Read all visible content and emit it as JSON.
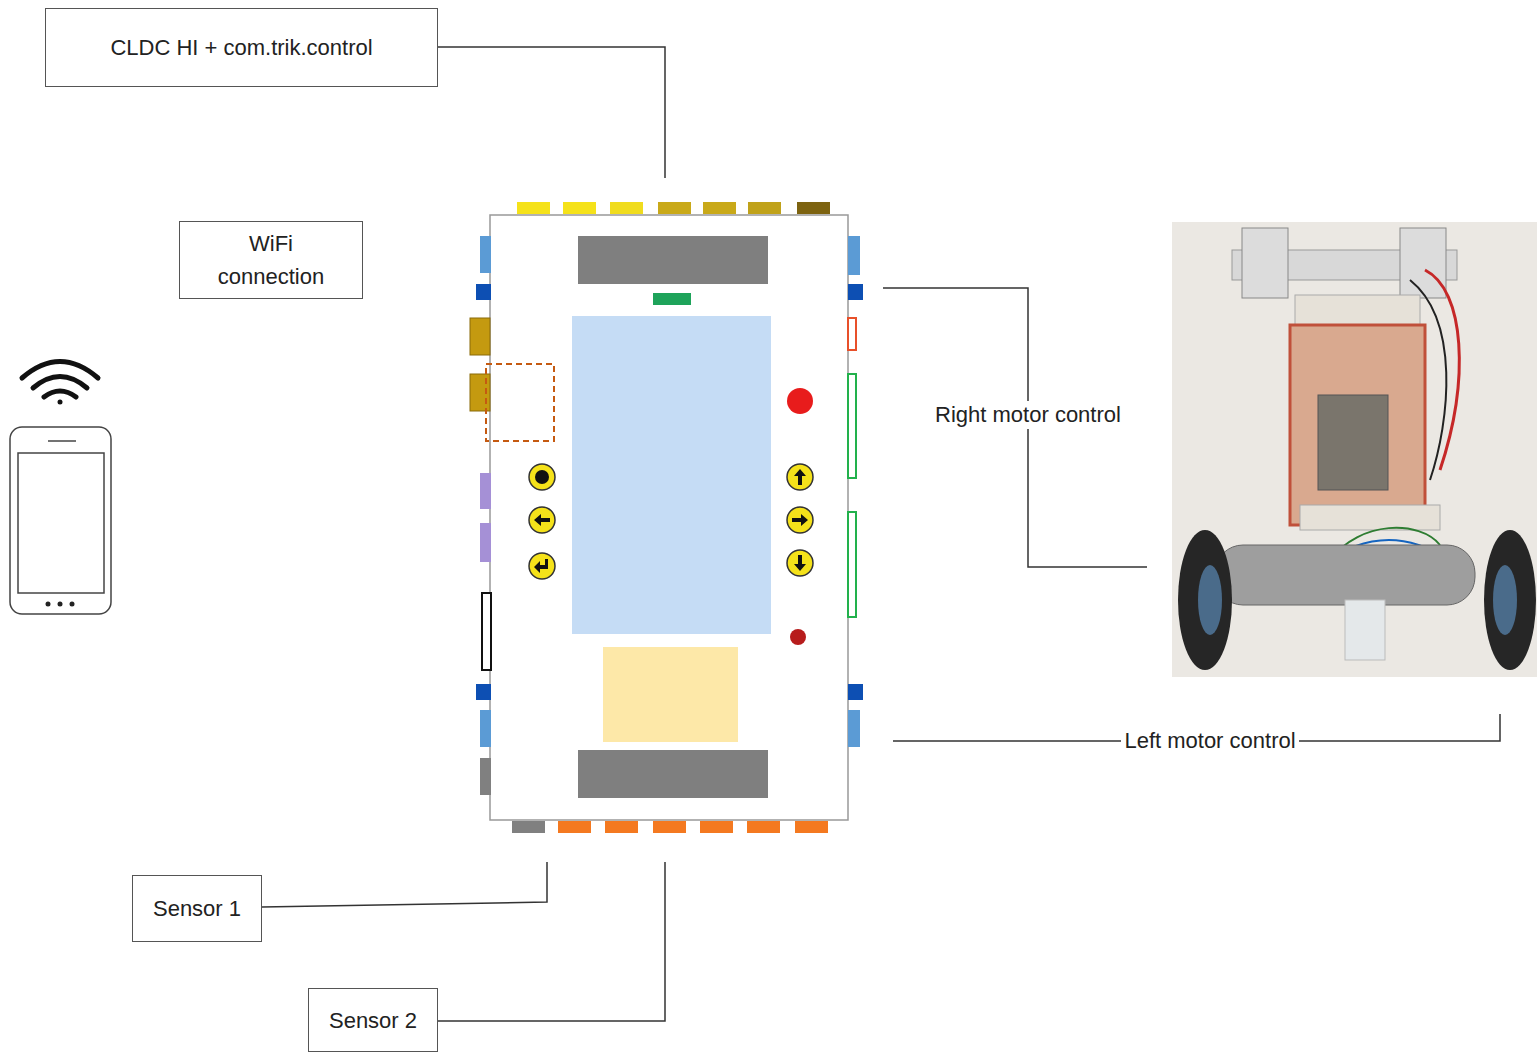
{
  "diagram": {
    "nodes": [
      {
        "text": [
          "CLDC HI + com.trik.control"
        ]
      },
      {
        "text": [
          "WiFi connection"
        ]
      },
      {
        "text": [
          "Sensor 1"
        ]
      },
      {
        "text": [
          "Sensor 2"
        ]
      }
    ],
    "labels": [
      "Right motor control",
      "Left motor control"
    ]
  }
}
